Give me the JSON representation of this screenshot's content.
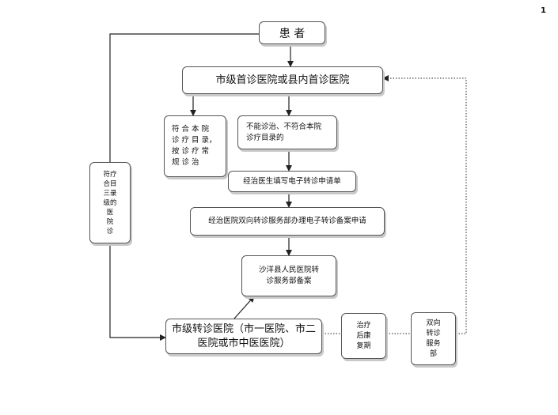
{
  "page_number": "1",
  "nodes": {
    "patient": "患  者",
    "first_hospital": "市级首诊医院或县内首诊医院",
    "meets_catalog": "符 合 本 院\n诊 疗 目 录，\n按 诊 疗 常\n规 诊 治",
    "not_meets": "不能诊治、不符合本院\n诊疗目录的",
    "doctor_form": "经治医生填写电子转诊申请单",
    "referral_dept": "经治医院双向转诊服务部办理电子转诊备案申请",
    "shayang_dept": "沙洋县人民医院转\n诊服务部备案",
    "city_hospital": "市级转诊医院（市一医院、市二\n医院或市中医医院）",
    "left_side_note": "符疗\n合目\n三录\n级的\n医\n院\n诊",
    "recovery_note": "治疗\n后康\n复期",
    "dual_referral_dept": "双向\n转诊\n服务\n部"
  },
  "colors": {
    "line": "#222222",
    "border": "#555555",
    "shadow": "#c9c9c9"
  }
}
